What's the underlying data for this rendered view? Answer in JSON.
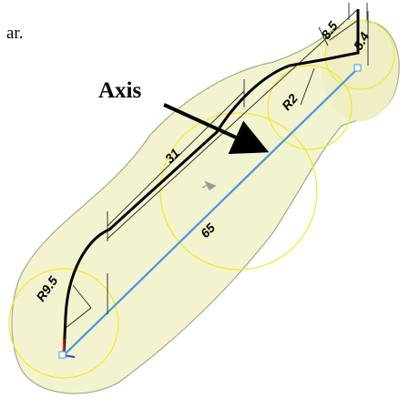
{
  "text_fragment": "ar.",
  "callout_label": "Axis",
  "dimensions": {
    "d1": "8.5",
    "d2": "5.4",
    "d3": "R2",
    "d4": "31",
    "d5": "65",
    "d6": "R9.5"
  },
  "colors": {
    "body_fill": "#f4f3cf",
    "silhouette_edge": "#a8a887",
    "construction_circles": "#ecec2a",
    "axis_line": "#3f9ae2",
    "profile_curve": "#000000",
    "origin_marker": "#d62020"
  },
  "icons": [
    "rotate-cursor-icon",
    "origin-triad-icon"
  ]
}
